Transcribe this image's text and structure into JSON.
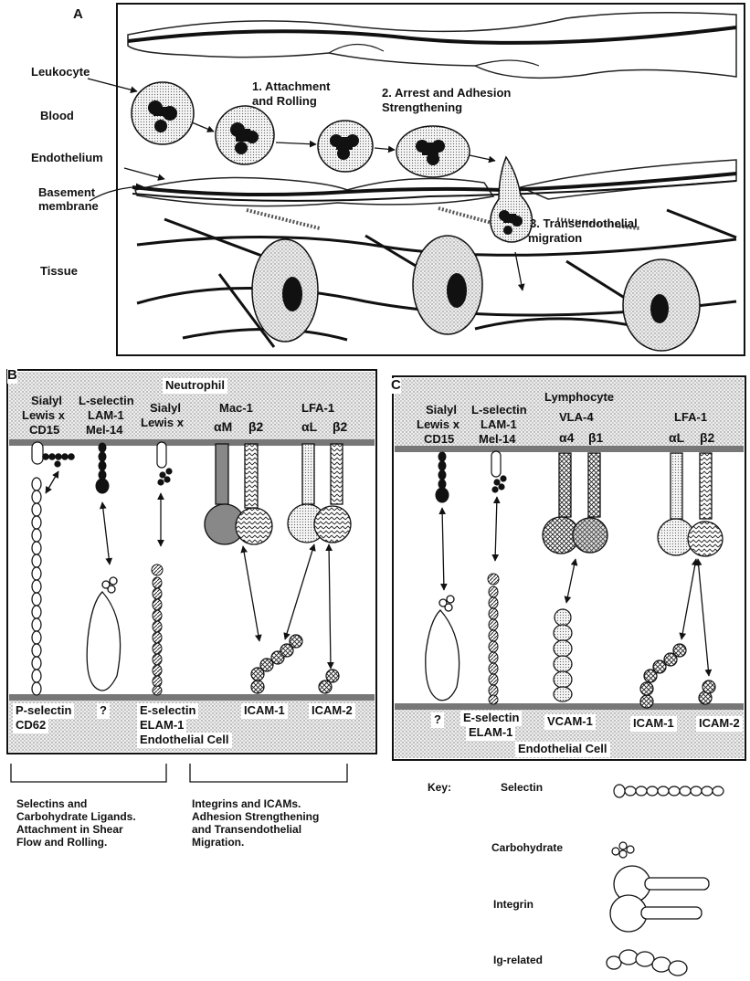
{
  "panel_a": {
    "letter": "A",
    "left_labels": {
      "leukocyte": "Leukocyte",
      "blood": "Blood",
      "endothelium": "Endothelium",
      "basement_1": "Basement",
      "basement_2": "membrane",
      "tissue": "Tissue"
    },
    "steps": {
      "step1_line1": "1. Attachment",
      "step1_line2": "and Rolling",
      "step2_line1": "2. Arrest and Adhesion",
      "step2_line2": "Strengthening",
      "step3_line1": "3. Transendothelial",
      "step3_line2": "migration"
    }
  },
  "panel_b": {
    "letter": "B",
    "cell_top": "Neutrophil",
    "cell_bottom": "Endothelial Cell",
    "top_labels": {
      "sialyl1_l1": "Sialyl",
      "sialyl1_l2": "Lewis x",
      "sialyl1_l3": "CD15",
      "lsel_l1": "L-selectin",
      "lsel_l2": "LAM-1",
      "lsel_l3": "Mel-14",
      "sialyl2_l1": "Sialyl",
      "sialyl2_l2": "Lewis x",
      "mac1": "Mac-1",
      "alpha_m": "αM",
      "beta2_mac": "β2",
      "lfa1": "LFA-1",
      "alpha_l": "αL",
      "beta2_lfa": "β2"
    },
    "bottom_labels": {
      "psel_l1": "P-selectin",
      "psel_l2": "CD62",
      "unknown": "?",
      "esel_l1": "E-selectin",
      "esel_l2": "ELAM-1",
      "icam1": "ICAM-1",
      "icam2": "ICAM-2"
    }
  },
  "panel_c": {
    "letter": "C",
    "cell_top": "Lymphocyte",
    "cell_bottom": "Endothelial Cell",
    "top_labels": {
      "sialyl_l1": "Sialyl",
      "sialyl_l2": "Lewis x",
      "sialyl_l3": "CD15",
      "lsel_l1": "L-selectin",
      "lsel_l2": "LAM-1",
      "lsel_l3": "Mel-14",
      "vla4": "VLA-4",
      "alpha4": "α4",
      "beta1": "β1",
      "lfa1": "LFA-1",
      "alpha_l": "αL",
      "beta2": "β2"
    },
    "bottom_labels": {
      "unknown": "?",
      "esel_l1": "E-selectin",
      "esel_l2": "ELAM-1",
      "vcam1": "VCAM-1",
      "icam1": "ICAM-1",
      "icam2": "ICAM-2"
    }
  },
  "captions": {
    "left_l1": "Selectins and",
    "left_l2": "Carbohydrate Ligands.",
    "left_l3": "Attachment in Shear",
    "left_l4": "Flow and Rolling.",
    "right_l1": "Integrins and ICAMs.",
    "right_l2": "Adhesion Strengthening",
    "right_l3": "and Transendothelial",
    "right_l4": "Migration."
  },
  "key": {
    "title": "Key:",
    "selectin": "Selectin",
    "carbohydrate": "Carbohydrate",
    "integrin": "Integrin",
    "ig_related": "Ig-related"
  }
}
